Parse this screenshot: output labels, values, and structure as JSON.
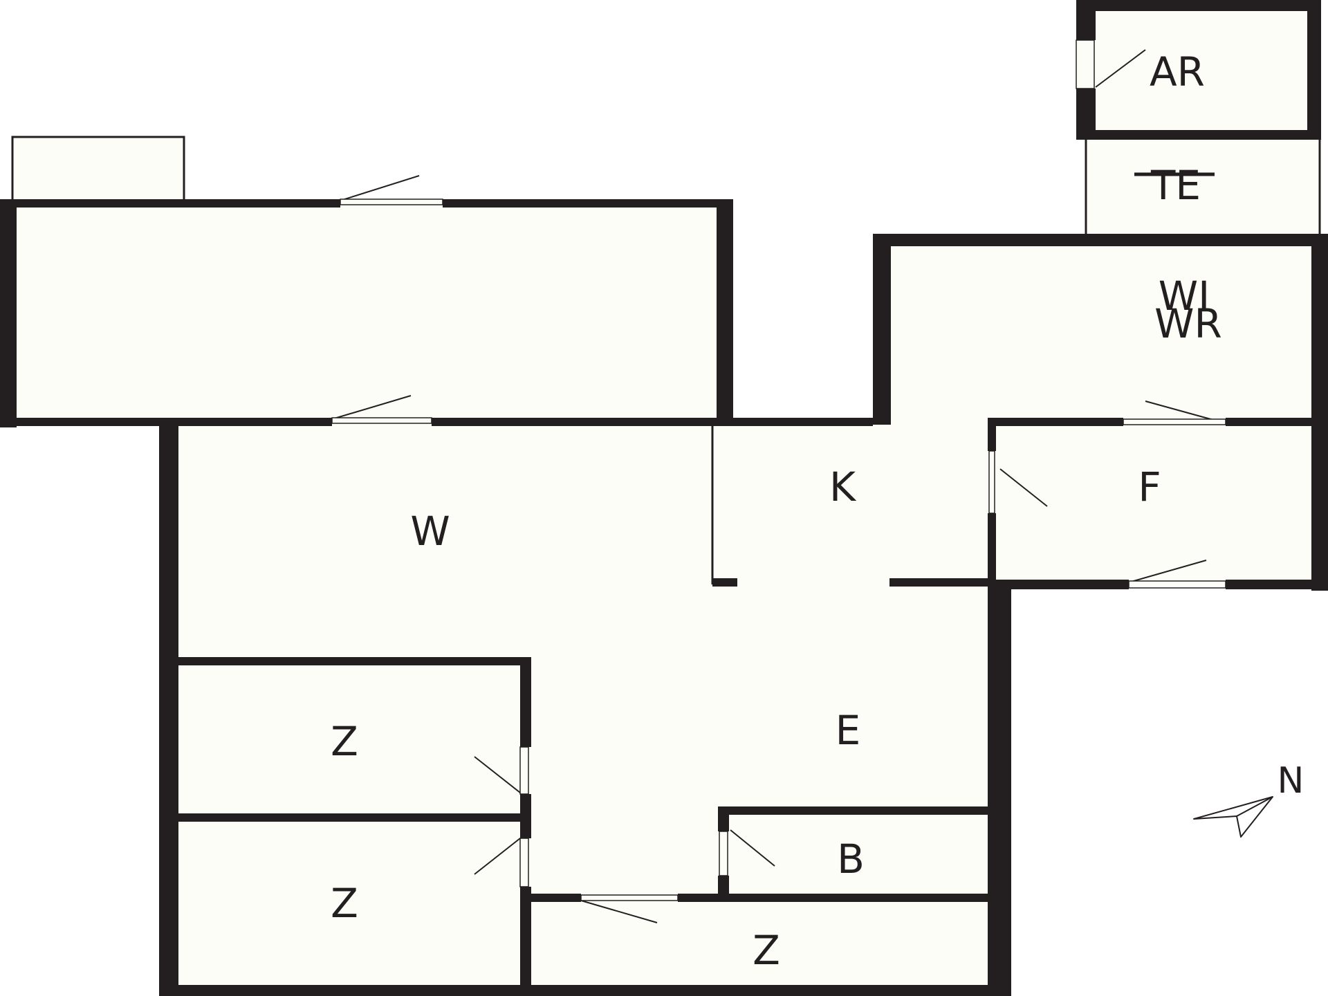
{
  "colors": {
    "wall": "#231f20",
    "floor": "#fdfdf8",
    "thin_line": "#231f20",
    "background": "#ffffff"
  },
  "rooms": {
    "terrace_north": "",
    "living": "W",
    "kitchen": "K",
    "hall": "E",
    "bedroom_1": "Z",
    "bedroom_2": "Z",
    "bedroom_3": "Z",
    "bathroom": "B",
    "utility": "F",
    "wi_wr_line1": "WI",
    "wi_wr_line2": "WR",
    "storage": "AR",
    "technical": "TE"
  },
  "compass": {
    "label": "N",
    "icon": "north-arrow-icon"
  }
}
